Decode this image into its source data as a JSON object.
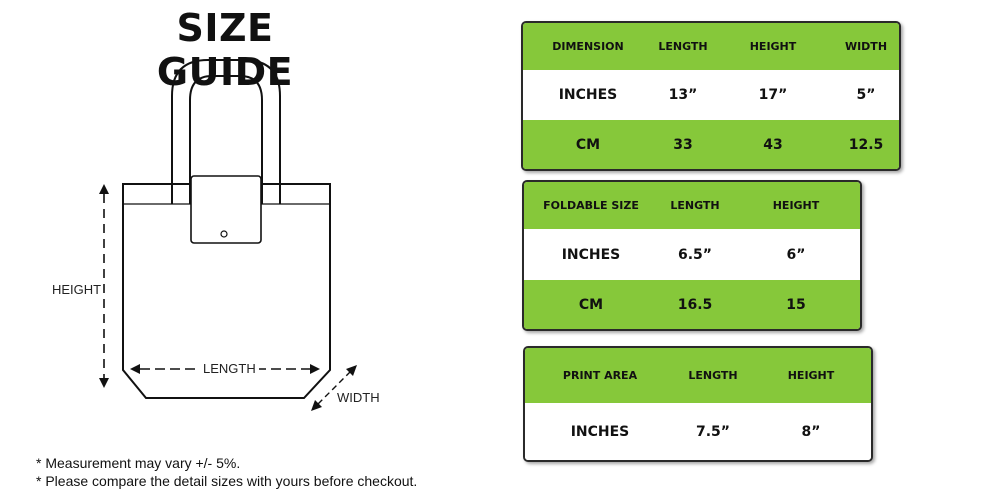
{
  "title": "SIZE GUIDE",
  "diagram": {
    "height_label": "HEIGHT",
    "length_label": "LENGTH",
    "width_label": "WIDTH"
  },
  "notes": [
    "* Measurement may vary +/- 5%.",
    "* Please compare the detail sizes with yours before checkout."
  ],
  "tables": {
    "dimension": {
      "headers": [
        "DIMENSION",
        "LENGTH",
        "HEIGHT",
        "WIDTH"
      ],
      "rows": [
        [
          "INCHES",
          "13”",
          "17”",
          "5”"
        ],
        [
          "CM",
          "33",
          "43",
          "12.5"
        ]
      ]
    },
    "foldable": {
      "headers": [
        "FOLDABLE SIZE",
        "LENGTH",
        "HEIGHT"
      ],
      "rows": [
        [
          "INCHES",
          "6.5”",
          "6”"
        ],
        [
          "CM",
          "16.5",
          "15"
        ]
      ]
    },
    "print_area": {
      "headers": [
        "PRINT AREA",
        "LENGTH",
        "HEIGHT"
      ],
      "rows": [
        [
          "INCHES",
          "7.5”",
          "8”"
        ]
      ]
    }
  },
  "colors": {
    "accent_green": "#86c83a",
    "border": "#2a2a2a"
  }
}
